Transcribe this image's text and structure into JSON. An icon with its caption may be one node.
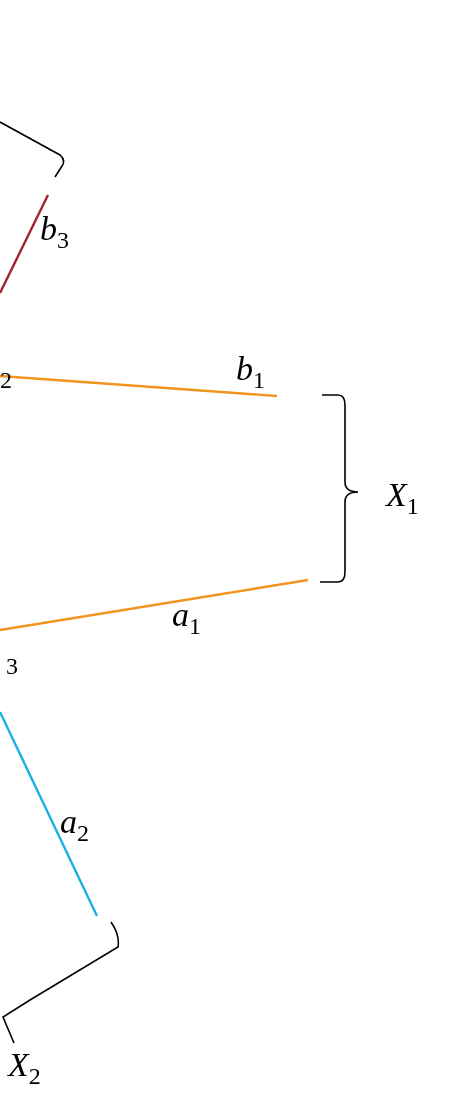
{
  "diagram": {
    "labels": [
      "b$_{3}$",
      "$_{2}$",
      "b$_{1}$",
      "X$_{1}$",
      "a$_{1}$",
      "$_{3}$",
      "a$_{2}$",
      "X$_{2}$"
    ]
  }
}
